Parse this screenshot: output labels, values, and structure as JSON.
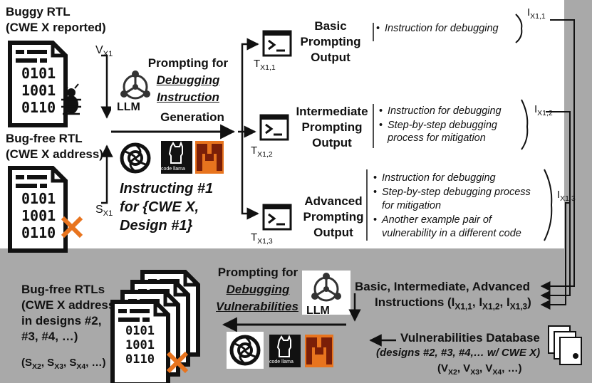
{
  "left": {
    "buggy_title": "Buggy RTL",
    "buggy_sub": "(CWE X reported)",
    "v_label": "V",
    "v_sub": "X1",
    "bugfree_title": "Bug-free RTL",
    "bugfree_sub": "(CWE X address)",
    "s_label": "S",
    "s_sub": "X1",
    "code_bits": [
      "0101",
      "1001",
      "0110"
    ]
  },
  "center": {
    "prompting_for": "Prompting for",
    "debugging": "Debugging",
    "instruction": "Instruction",
    "generation": "Generation",
    "llm": "LLM",
    "code_llama": "code llama",
    "instructing_1": "Instructing #1",
    "instructing_2": "for {CWE X,",
    "instructing_3": "Design #1}"
  },
  "outputs": [
    {
      "name1": "Basic",
      "name2": "Prompting",
      "name3": "Output",
      "t": "T",
      "t_sub": "X1,1",
      "i": "I",
      "i_sub": "X1,1",
      "bullets": [
        "Instruction for debugging"
      ]
    },
    {
      "name1": "Intermediate",
      "name2": "Prompting",
      "name3": "Output",
      "t": "T",
      "t_sub": "X1,2",
      "i": "I",
      "i_sub": "X1,2",
      "bullets": [
        "Instruction for debugging",
        "Step-by-step debugging",
        "process for mitigation"
      ]
    },
    {
      "name1": "Advanced",
      "name2": "Prompting",
      "name3": "Output",
      "t": "T",
      "t_sub": "X1,3",
      "i": "I",
      "i_sub": "X1,3",
      "bullets": [
        "Instruction for debugging",
        "Step-by-step debugging process",
        "for mitigation",
        "Another example pair of",
        "vulnerability in a different code"
      ]
    }
  ],
  "bottom": {
    "prompting_for": "Prompting for",
    "debugging": "Debugging",
    "vulnerabilities": "Vulnerabilities",
    "llm": "LLM",
    "code_llama": "code llama",
    "instr_line1": "Basic, Intermediate, Advanced",
    "instr_line2": "Instructions (I",
    "instr_subs": [
      "X1,1",
      "X1,2",
      "X1,3"
    ],
    "vuln_db": "Vulnerabilities Database",
    "vuln_designs": "(designs #2, #3, #4,… w/ CWE X)",
    "vuln_vars": "(V",
    "vuln_subs": [
      "X2",
      "X3",
      "X4"
    ],
    "bugfree_lines": [
      "Bug-free RTLs",
      "(CWE X address",
      "in designs #2,",
      "#3, #4, …)"
    ],
    "s_vars": "(S",
    "s_subs": [
      "X2",
      "X3",
      "X4"
    ]
  },
  "colors": {
    "background": "#a9a9a9",
    "panel": "#ffffff",
    "dark": "#222222",
    "orange": "#e8741e",
    "red": "#d63a1e"
  }
}
